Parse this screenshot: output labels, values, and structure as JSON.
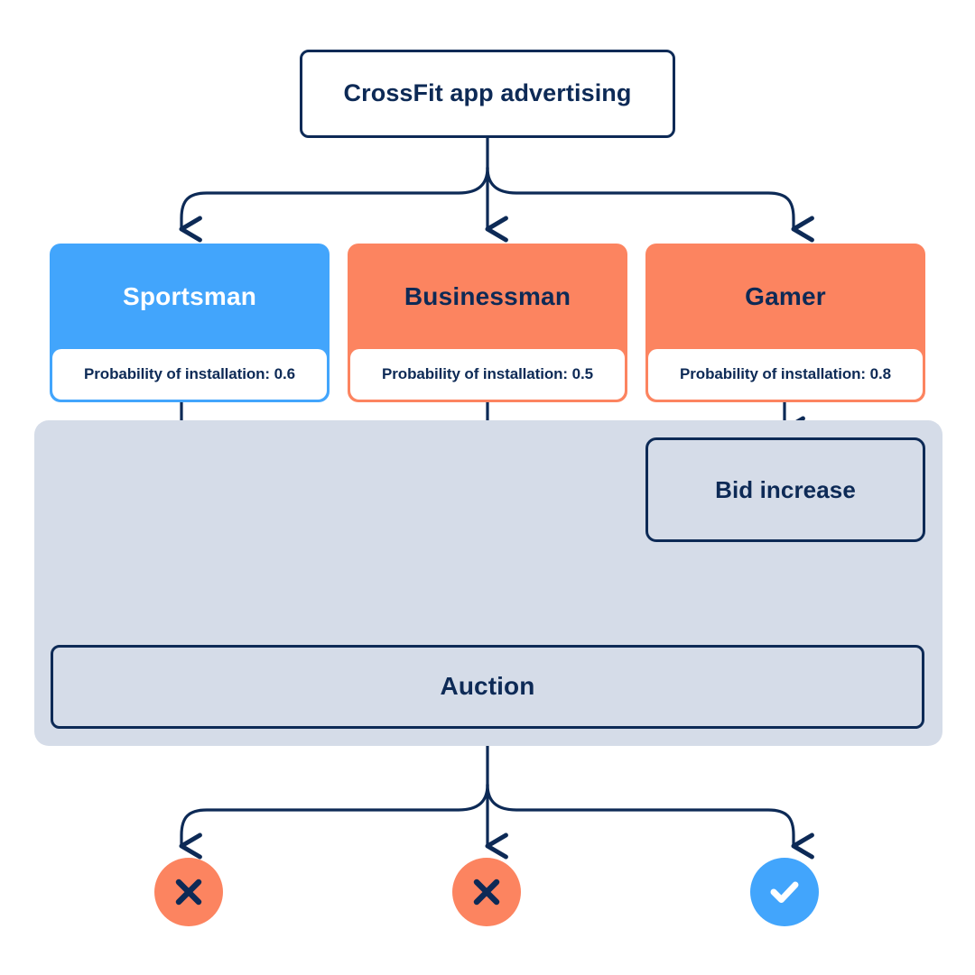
{
  "diagram": {
    "title": "CrossFit app advertising auction flow",
    "colors": {
      "navy": "#0d2a56",
      "blue": "#42a5fc",
      "orange": "#fc8460",
      "panel": "#d5dce8",
      "white": "#ffffff"
    }
  },
  "root": {
    "label": "CrossFit app advertising"
  },
  "personas": [
    {
      "name": "Sportsman",
      "probability_label": "Probability of installation: 0.6",
      "probability": 0.6,
      "color": "#42a5fc",
      "title_color": "#ffffff"
    },
    {
      "name": "Businessman",
      "probability_label": "Probability of installation: 0.5",
      "probability": 0.5,
      "color": "#fc8460",
      "title_color": "#0d2a56"
    },
    {
      "name": "Gamer",
      "probability_label": "Probability of installation: 0.8",
      "probability": 0.8,
      "color": "#fc8460",
      "title_color": "#0d2a56"
    }
  ],
  "bid_increase": {
    "label": "Bid increase"
  },
  "auction": {
    "label": "Auction"
  },
  "results": [
    {
      "icon": "cross-icon",
      "outcome": "lost",
      "color": "#fc8460"
    },
    {
      "icon": "cross-icon",
      "outcome": "lost",
      "color": "#fc8460"
    },
    {
      "icon": "check-icon",
      "outcome": "won",
      "color": "#42a5fc"
    }
  ]
}
